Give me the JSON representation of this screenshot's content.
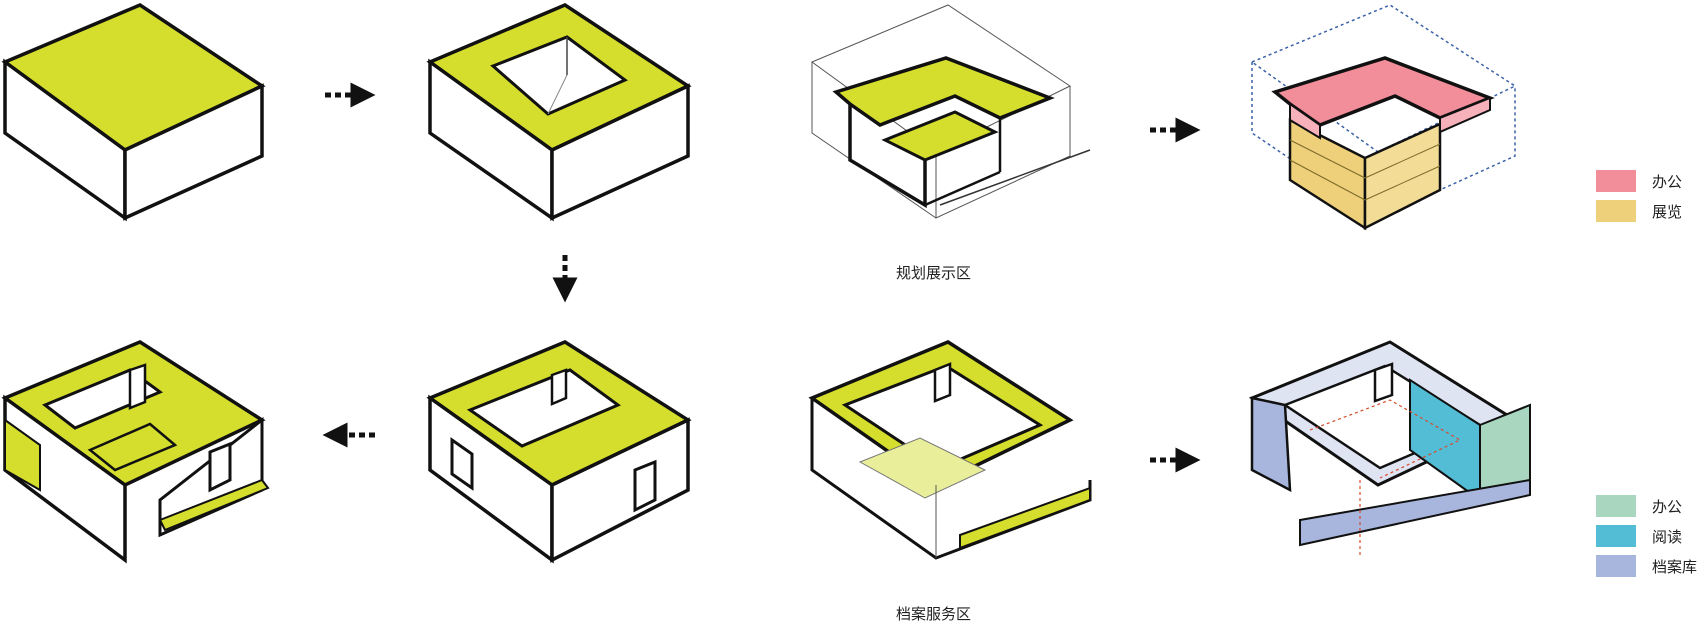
{
  "colors": {
    "roof": "#d6de2d",
    "office_pink": "#f28d9a",
    "exhibition": "#eed07a",
    "office_green": "#a9d6bf",
    "reading": "#52bdd4",
    "archive": "#a8b5dc"
  },
  "captions": {
    "planning_exhibition": "规划展示区",
    "archive_service": "档案服务区"
  },
  "legend_top": [
    {
      "label": "办公",
      "color": "#f28d9a"
    },
    {
      "label": "展览",
      "color": "#eed07a"
    }
  ],
  "legend_bottom": [
    {
      "label": "办公",
      "color": "#a9d6bf"
    },
    {
      "label": "阅读",
      "color": "#52bdd4"
    },
    {
      "label": "档案库",
      "color": "#a8b5dc"
    }
  ],
  "icons": [
    "arrow-right-icon",
    "arrow-down-icon",
    "arrow-left-icon"
  ]
}
